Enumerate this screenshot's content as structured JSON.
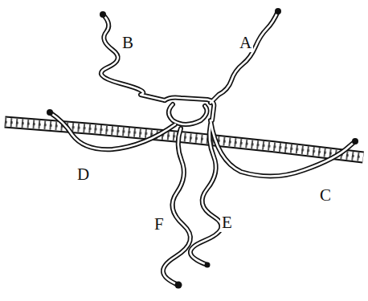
{
  "diagram": {
    "labels": [
      "B",
      "A",
      "D",
      "C",
      "F",
      "E"
    ]
  }
}
